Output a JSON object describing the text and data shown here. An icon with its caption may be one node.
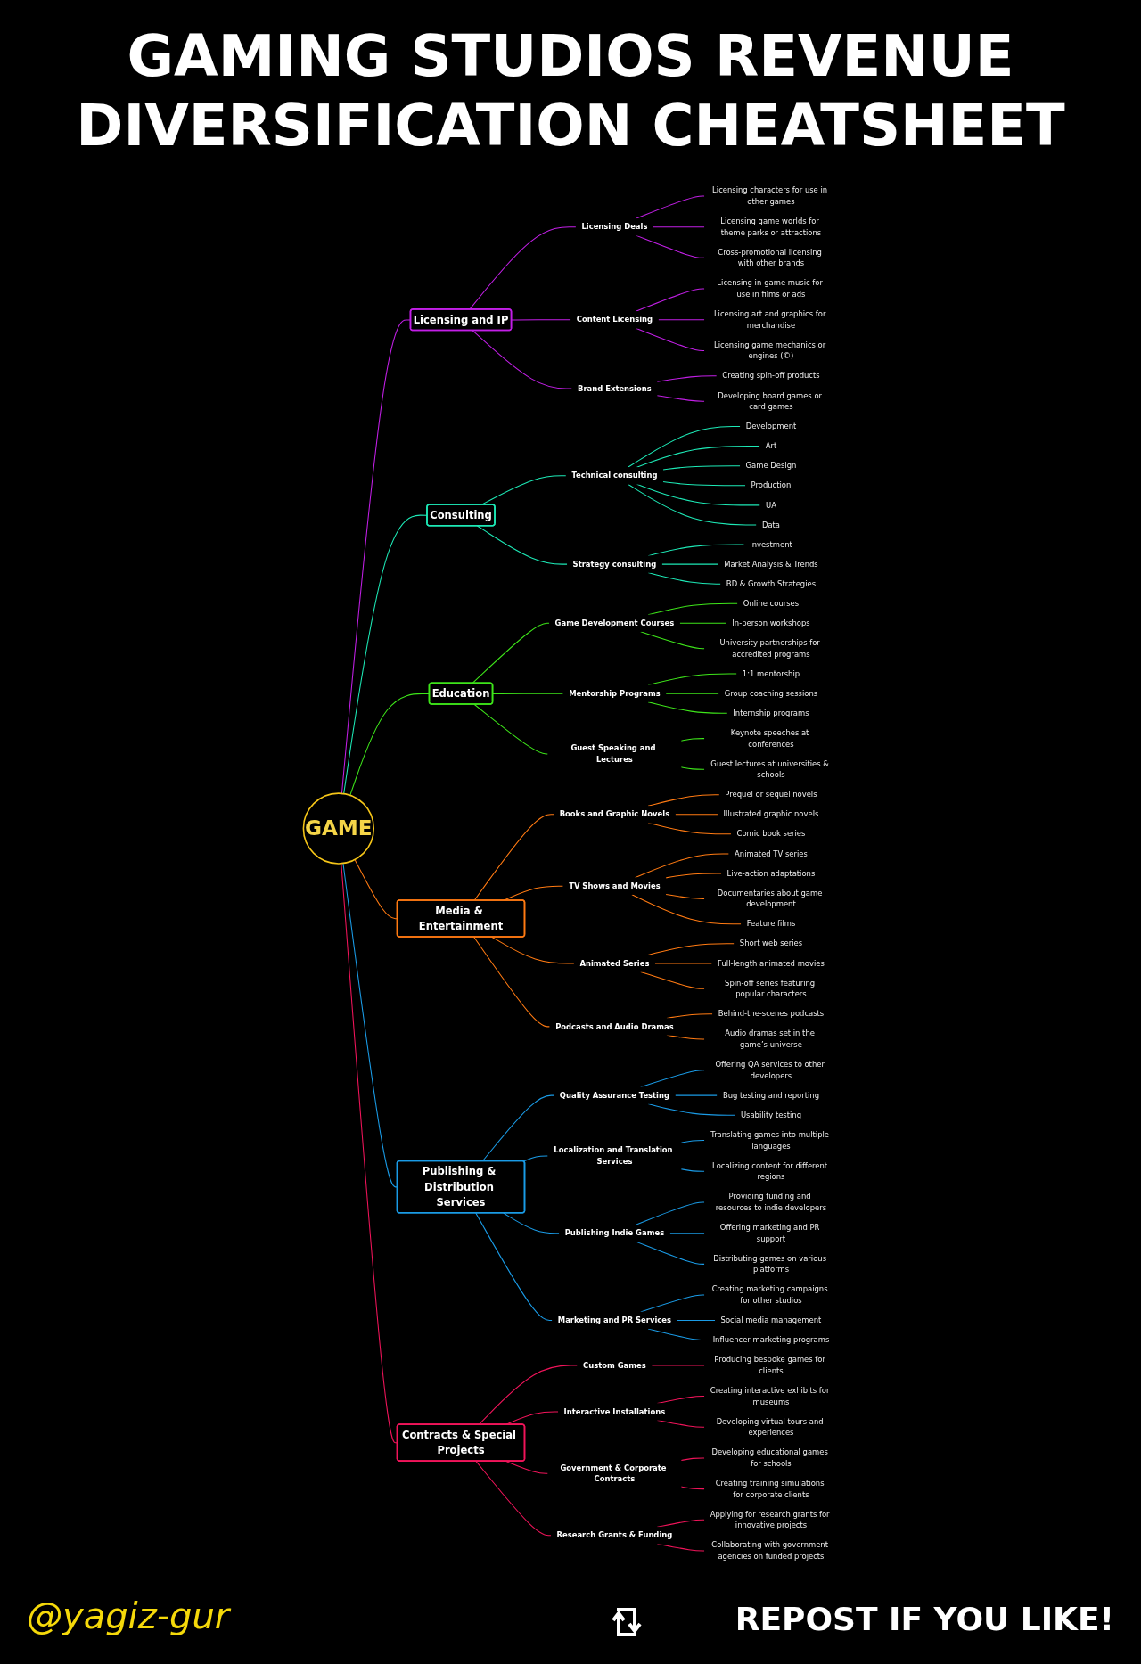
{
  "diagram": {
    "title": "GAMING STUDIOS REVENUE DIVERSIFICATION CHEATSHEET",
    "nodes": [
      {
        "text": [
          "GAME"
        ]
      },
      {
        "text": [
          "Licensing and IP"
        ]
      },
      {
        "text": [
          "Licensing Deals"
        ]
      },
      {
        "text": [
          "Licensing characters for use in other games"
        ]
      },
      {
        "text": [
          "Licensing game worlds for theme parks or attractions"
        ]
      },
      {
        "text": [
          "Cross-promotional licensing with other brands"
        ]
      },
      {
        "text": [
          "Content Licensing"
        ]
      },
      {
        "text": [
          "Licensing in-game music for use in films or ads"
        ]
      },
      {
        "text": [
          "Licensing art and graphics for merchandise"
        ]
      },
      {
        "text": [
          "Licensing game mechanics or engines (©)"
        ]
      },
      {
        "text": [
          "Brand Extensions"
        ]
      },
      {
        "text": [
          "Creating spin-off products"
        ]
      },
      {
        "text": [
          "Developing board games or card games"
        ]
      },
      {
        "text": [
          "Consulting"
        ]
      },
      {
        "text": [
          "Technical consulting"
        ]
      },
      {
        "text": [
          "Development"
        ]
      },
      {
        "text": [
          "Art"
        ]
      },
      {
        "text": [
          "Game Design"
        ]
      },
      {
        "text": [
          "Production"
        ]
      },
      {
        "text": [
          "UA"
        ]
      },
      {
        "text": [
          "Data"
        ]
      },
      {
        "text": [
          "Strategy consulting"
        ]
      },
      {
        "text": [
          "Investment"
        ]
      },
      {
        "text": [
          "Market Analysis & Trends"
        ]
      },
      {
        "text": [
          "BD & Growth Strategies"
        ]
      },
      {
        "text": [
          "Education"
        ]
      },
      {
        "text": [
          "Game Development Courses"
        ]
      },
      {
        "text": [
          "Online courses"
        ]
      },
      {
        "text": [
          "In-person workshops"
        ]
      },
      {
        "text": [
          "University partnerships for accredited programs"
        ]
      },
      {
        "text": [
          "Mentorship Programs"
        ]
      },
      {
        "text": [
          "1:1 mentorship"
        ]
      },
      {
        "text": [
          "Group coaching sessions"
        ]
      },
      {
        "text": [
          "Internship programs"
        ]
      },
      {
        "text": [
          "Guest Speaking and Lectures"
        ]
      },
      {
        "text": [
          "Keynote speeches at conferences"
        ]
      },
      {
        "text": [
          "Guest lectures at universities & schools"
        ]
      },
      {
        "text": [
          "Media & Entertainment"
        ]
      },
      {
        "text": [
          "Books and Graphic Novels"
        ]
      },
      {
        "text": [
          "Prequel or sequel novels"
        ]
      },
      {
        "text": [
          "Illustrated graphic novels"
        ]
      },
      {
        "text": [
          "Comic book series"
        ]
      },
      {
        "text": [
          "TV Shows and Movies"
        ]
      },
      {
        "text": [
          "Animated TV series"
        ]
      },
      {
        "text": [
          "Live-action adaptations"
        ]
      },
      {
        "text": [
          "Documentaries about game development"
        ]
      },
      {
        "text": [
          "Feature films"
        ]
      },
      {
        "text": [
          "Animated Series"
        ]
      },
      {
        "text": [
          "Short web series"
        ]
      },
      {
        "text": [
          "Full-length animated movies"
        ]
      },
      {
        "text": [
          "Spin-off series featuring popular characters"
        ]
      },
      {
        "text": [
          "Podcasts and Audio Dramas"
        ]
      },
      {
        "text": [
          "Behind-the-scenes podcasts"
        ]
      },
      {
        "text": [
          "Audio dramas set in the game’s universe"
        ]
      },
      {
        "text": [
          "Publishing & Distribution Services"
        ]
      },
      {
        "text": [
          "Quality Assurance Testing"
        ]
      },
      {
        "text": [
          "Offering QA services to other developers"
        ]
      },
      {
        "text": [
          "Bug testing and reporting"
        ]
      },
      {
        "text": [
          "Usability testing"
        ]
      },
      {
        "text": [
          "Localization and Translation Services"
        ]
      },
      {
        "text": [
          "Translating games into multiple languages"
        ]
      },
      {
        "text": [
          "Localizing content for different regions"
        ]
      },
      {
        "text": [
          "Publishing Indie Games"
        ]
      },
      {
        "text": [
          "Providing funding and resources to indie developers"
        ]
      },
      {
        "text": [
          "Offering marketing and PR support"
        ]
      },
      {
        "text": [
          "Distributing games on various platforms"
        ]
      },
      {
        "text": [
          "Marketing and PR Services"
        ]
      },
      {
        "text": [
          "Creating marketing campaigns for other studios"
        ]
      },
      {
        "text": [
          "Social media management"
        ]
      },
      {
        "text": [
          "Influencer marketing programs"
        ]
      },
      {
        "text": [
          "Contracts & Special Projects"
        ]
      },
      {
        "text": [
          "Custom Games"
        ]
      },
      {
        "text": [
          "Producing bespoke games for clients"
        ]
      },
      {
        "text": [
          "Interactive Installations"
        ]
      },
      {
        "text": [
          "Creating interactive exhibits for museums"
        ]
      },
      {
        "text": [
          "Developing virtual tours and experiences"
        ]
      },
      {
        "text": [
          "Government & Corporate Contracts"
        ]
      },
      {
        "text": [
          "Developing educational games for schools"
        ]
      },
      {
        "text": [
          "Creating training simulations for corporate clients"
        ]
      },
      {
        "text": [
          "Research Grants & Funding"
        ]
      },
      {
        "text": [
          "Applying for research grants for innovative projects"
        ]
      },
      {
        "text": [
          "Collaborating with government agencies on funded projects"
        ]
      }
    ],
    "edges": [
      {
        "from": 0,
        "to": 1,
        "arrow": "none",
        "color": "#c21fe6"
      },
      {
        "from": 1,
        "to": 2,
        "arrow": "none",
        "color": "#c21fe6"
      },
      {
        "from": 2,
        "to": 3,
        "arrow": "none",
        "color": "#c21fe6"
      },
      {
        "from": 2,
        "to": 4,
        "arrow": "none",
        "color": "#c21fe6"
      },
      {
        "from": 2,
        "to": 5,
        "arrow": "none",
        "color": "#c21fe6"
      },
      {
        "from": 1,
        "to": 6,
        "arrow": "none",
        "color": "#c21fe6"
      },
      {
        "from": 6,
        "to": 7,
        "arrow": "none",
        "color": "#c21fe6"
      },
      {
        "from": 6,
        "to": 8,
        "arrow": "none",
        "color": "#c21fe6"
      },
      {
        "from": 6,
        "to": 9,
        "arrow": "none",
        "color": "#c21fe6"
      },
      {
        "from": 1,
        "to": 10,
        "arrow": "none",
        "color": "#c21fe6"
      },
      {
        "from": 10,
        "to": 11,
        "arrow": "none",
        "color": "#c21fe6"
      },
      {
        "from": 10,
        "to": 12,
        "arrow": "none",
        "color": "#c21fe6"
      },
      {
        "from": 0,
        "to": 13,
        "arrow": "none",
        "color": "#1de9b6"
      },
      {
        "from": 13,
        "to": 14,
        "arrow": "none",
        "color": "#1de9b6"
      },
      {
        "from": 14,
        "to": 15,
        "arrow": "none",
        "color": "#1de9b6"
      },
      {
        "from": 14,
        "to": 16,
        "arrow": "none",
        "color": "#1de9b6"
      },
      {
        "from": 14,
        "to": 17,
        "arrow": "none",
        "color": "#1de9b6"
      },
      {
        "from": 14,
        "to": 18,
        "arrow": "none",
        "color": "#1de9b6"
      },
      {
        "from": 14,
        "to": 19,
        "arrow": "none",
        "color": "#1de9b6"
      },
      {
        "from": 14,
        "to": 20,
        "arrow": "none",
        "color": "#1de9b6"
      },
      {
        "from": 13,
        "to": 21,
        "arrow": "none",
        "color": "#1de9b6"
      },
      {
        "from": 21,
        "to": 22,
        "arrow": "none",
        "color": "#1de9b6"
      },
      {
        "from": 21,
        "to": 23,
        "arrow": "none",
        "color": "#1de9b6"
      },
      {
        "from": 21,
        "to": 24,
        "arrow": "none",
        "color": "#1de9b6"
      },
      {
        "from": 0,
        "to": 25,
        "arrow": "none",
        "color": "#3ee61a"
      },
      {
        "from": 25,
        "to": 26,
        "arrow": "none",
        "color": "#3ee61a"
      },
      {
        "from": 26,
        "to": 27,
        "arrow": "none",
        "color": "#3ee61a"
      },
      {
        "from": 26,
        "to": 28,
        "arrow": "none",
        "color": "#3ee61a"
      },
      {
        "from": 26,
        "to": 29,
        "arrow": "none",
        "color": "#3ee61a"
      },
      {
        "from": 25,
        "to": 30,
        "arrow": "none",
        "color": "#3ee61a"
      },
      {
        "from": 30,
        "to": 31,
        "arrow": "none",
        "color": "#3ee61a"
      },
      {
        "from": 30,
        "to": 32,
        "arrow": "none",
        "color": "#3ee61a"
      },
      {
        "from": 30,
        "to": 33,
        "arrow": "none",
        "color": "#3ee61a"
      },
      {
        "from": 25,
        "to": 34,
        "arrow": "none",
        "color": "#3ee61a"
      },
      {
        "from": 34,
        "to": 35,
        "arrow": "none",
        "color": "#3ee61a"
      },
      {
        "from": 34,
        "to": 36,
        "arrow": "none",
        "color": "#3ee61a"
      },
      {
        "from": 0,
        "to": 37,
        "arrow": "none",
        "color": "#ff7a12"
      },
      {
        "from": 37,
        "to": 38,
        "arrow": "none",
        "color": "#ff7a12"
      },
      {
        "from": 38,
        "to": 39,
        "arrow": "none",
        "color": "#ff7a12"
      },
      {
        "from": 38,
        "to": 40,
        "arrow": "none",
        "color": "#ff7a12"
      },
      {
        "from": 38,
        "to": 41,
        "arrow": "none",
        "color": "#ff7a12"
      },
      {
        "from": 37,
        "to": 42,
        "arrow": "none",
        "color": "#ff7a12"
      },
      {
        "from": 42,
        "to": 43,
        "arrow": "none",
        "color": "#ff7a12"
      },
      {
        "from": 42,
        "to": 44,
        "arrow": "none",
        "color": "#ff7a12"
      },
      {
        "from": 42,
        "to": 45,
        "arrow": "none",
        "color": "#ff7a12"
      },
      {
        "from": 42,
        "to": 46,
        "arrow": "none",
        "color": "#ff7a12"
      },
      {
        "from": 37,
        "to": 47,
        "arrow": "none",
        "color": "#ff7a12"
      },
      {
        "from": 47,
        "to": 48,
        "arrow": "none",
        "color": "#ff7a12"
      },
      {
        "from": 47,
        "to": 49,
        "arrow": "none",
        "color": "#ff7a12"
      },
      {
        "from": 47,
        "to": 50,
        "arrow": "none",
        "color": "#ff7a12"
      },
      {
        "from": 37,
        "to": 51,
        "arrow": "none",
        "color": "#ff7a12"
      },
      {
        "from": 51,
        "to": 52,
        "arrow": "none",
        "color": "#ff7a12"
      },
      {
        "from": 51,
        "to": 53,
        "arrow": "none",
        "color": "#ff7a12"
      },
      {
        "from": 0,
        "to": 54,
        "arrow": "none",
        "color": "#1a9be6"
      },
      {
        "from": 54,
        "to": 55,
        "arrow": "none",
        "color": "#1a9be6"
      },
      {
        "from": 55,
        "to": 56,
        "arrow": "none",
        "color": "#1a9be6"
      },
      {
        "from": 55,
        "to": 57,
        "arrow": "none",
        "color": "#1a9be6"
      },
      {
        "from": 55,
        "to": 58,
        "arrow": "none",
        "color": "#1a9be6"
      },
      {
        "from": 54,
        "to": 59,
        "arrow": "none",
        "color": "#1a9be6"
      },
      {
        "from": 59,
        "to": 60,
        "arrow": "none",
        "color": "#1a9be6"
      },
      {
        "from": 59,
        "to": 61,
        "arrow": "none",
        "color": "#1a9be6"
      },
      {
        "from": 54,
        "to": 62,
        "arrow": "none",
        "color": "#1a9be6"
      },
      {
        "from": 62,
        "to": 63,
        "arrow": "none",
        "color": "#1a9be6"
      },
      {
        "from": 62,
        "to": 64,
        "arrow": "none",
        "color": "#1a9be6"
      },
      {
        "from": 62,
        "to": 65,
        "arrow": "none",
        "color": "#1a9be6"
      },
      {
        "from": 54,
        "to": 66,
        "arrow": "none",
        "color": "#1a9be6"
      },
      {
        "from": 66,
        "to": 67,
        "arrow": "none",
        "color": "#1a9be6"
      },
      {
        "from": 66,
        "to": 68,
        "arrow": "none",
        "color": "#1a9be6"
      },
      {
        "from": 66,
        "to": 69,
        "arrow": "none",
        "color": "#1a9be6"
      },
      {
        "from": 0,
        "to": 70,
        "arrow": "none",
        "color": "#f0145a"
      },
      {
        "from": 70,
        "to": 71,
        "arrow": "none",
        "color": "#f0145a"
      },
      {
        "from": 71,
        "to": 72,
        "arrow": "none",
        "color": "#f0145a"
      },
      {
        "from": 70,
        "to": 73,
        "arrow": "none",
        "color": "#f0145a"
      },
      {
        "from": 73,
        "to": 74,
        "arrow": "none",
        "color": "#f0145a"
      },
      {
        "from": 73,
        "to": 75,
        "arrow": "none",
        "color": "#f0145a"
      },
      {
        "from": 70,
        "to": 76,
        "arrow": "none",
        "color": "#f0145a"
      },
      {
        "from": 76,
        "to": 77,
        "arrow": "none",
        "color": "#f0145a"
      },
      {
        "from": 76,
        "to": 78,
        "arrow": "none",
        "color": "#f0145a"
      },
      {
        "from": 70,
        "to": 79,
        "arrow": "none",
        "color": "#f0145a"
      },
      {
        "from": 79,
        "to": 80,
        "arrow": "none",
        "color": "#f0145a"
      },
      {
        "from": 79,
        "to": 81,
        "arrow": "none",
        "color": "#f0145a"
      }
    ],
    "labels": [
      "@yagiz-gur",
      "REPOST IF YOU LIKE!"
    ]
  }
}
